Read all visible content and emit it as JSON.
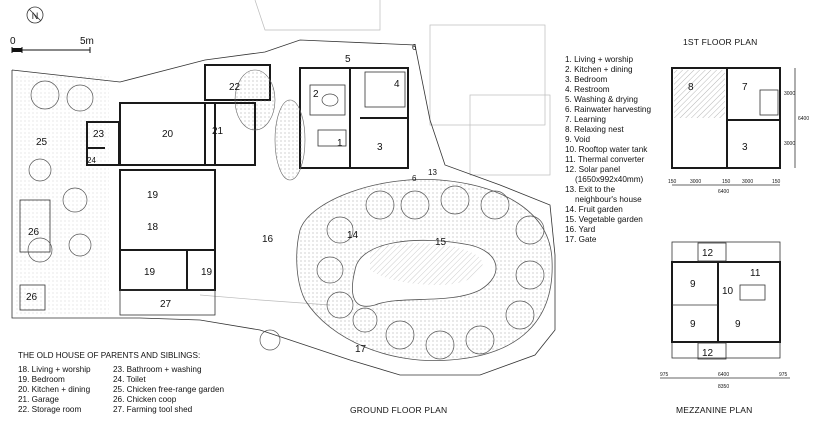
{
  "scale": {
    "start": "0",
    "end": "5m"
  },
  "titles": {
    "ground": "GROUND FLOOR PLAN",
    "first": "1ST FLOOR PLAN",
    "mezzanine": "MEZZANINE PLAN"
  },
  "legend": [
    "1. Living + worship",
    "2. Kitchen + dining",
    "3. Bedroom",
    "4. Restroom",
    "5. Washing & drying",
    "6. Rainwater harvesting",
    "7. Learning",
    "8. Relaxing nest",
    "9. Void",
    "10. Rooftop water tank",
    "11. Thermal converter",
    "12. Solar panel",
    "(1650x992x40mm)",
    "13. Exit to the",
    "neighbour's house",
    "14. Fruit garden",
    "15. Vegetable garden",
    "16. Yard",
    "17. Gate"
  ],
  "old_house": {
    "heading": "THE OLD HOUSE OF PARENTS AND SIBLINGS:",
    "col1": [
      "18. Living + worship",
      "19. Bedroom",
      "20. Kitchen + dining",
      "21. Garage",
      "22. Storage room"
    ],
    "col2": [
      "23. Bathroom + washing",
      "24. Toilet",
      "25. Chicken free-range garden",
      "26. Chicken coop",
      "27. Farming tool shed"
    ]
  },
  "room_numbers": {
    "n1": "1",
    "n2": "2",
    "n3": "3",
    "n4": "4",
    "n5": "5",
    "n6a": "6",
    "n6b": "6",
    "n13": "13",
    "n14": "14",
    "n15": "15",
    "n16": "16",
    "n17": "17",
    "n18": "18",
    "n19a": "19",
    "n19b": "19",
    "n19c": "19",
    "n20": "20",
    "n21": "21",
    "n22": "22",
    "n23": "23",
    "n24": "24",
    "n25": "25",
    "n26a": "26",
    "n26b": "26",
    "n27": "27"
  },
  "first_floor": {
    "labels": {
      "r8": "8",
      "r7": "7",
      "r3": "3"
    },
    "dims_bottom": [
      "150",
      "3000",
      "150",
      "3000",
      "150"
    ],
    "dims_total": "6400",
    "dims_right": [
      "3000",
      "3000",
      "6400"
    ]
  },
  "mezzanine": {
    "labels": {
      "t12": "12",
      "b12": "12",
      "l9": "9",
      "r9": "9",
      "bl9": "9",
      "br9": "9",
      "c10": "10",
      "c11": "11"
    },
    "dims_bottom": [
      "975",
      "6400",
      "975"
    ],
    "dims_total": "8350"
  }
}
